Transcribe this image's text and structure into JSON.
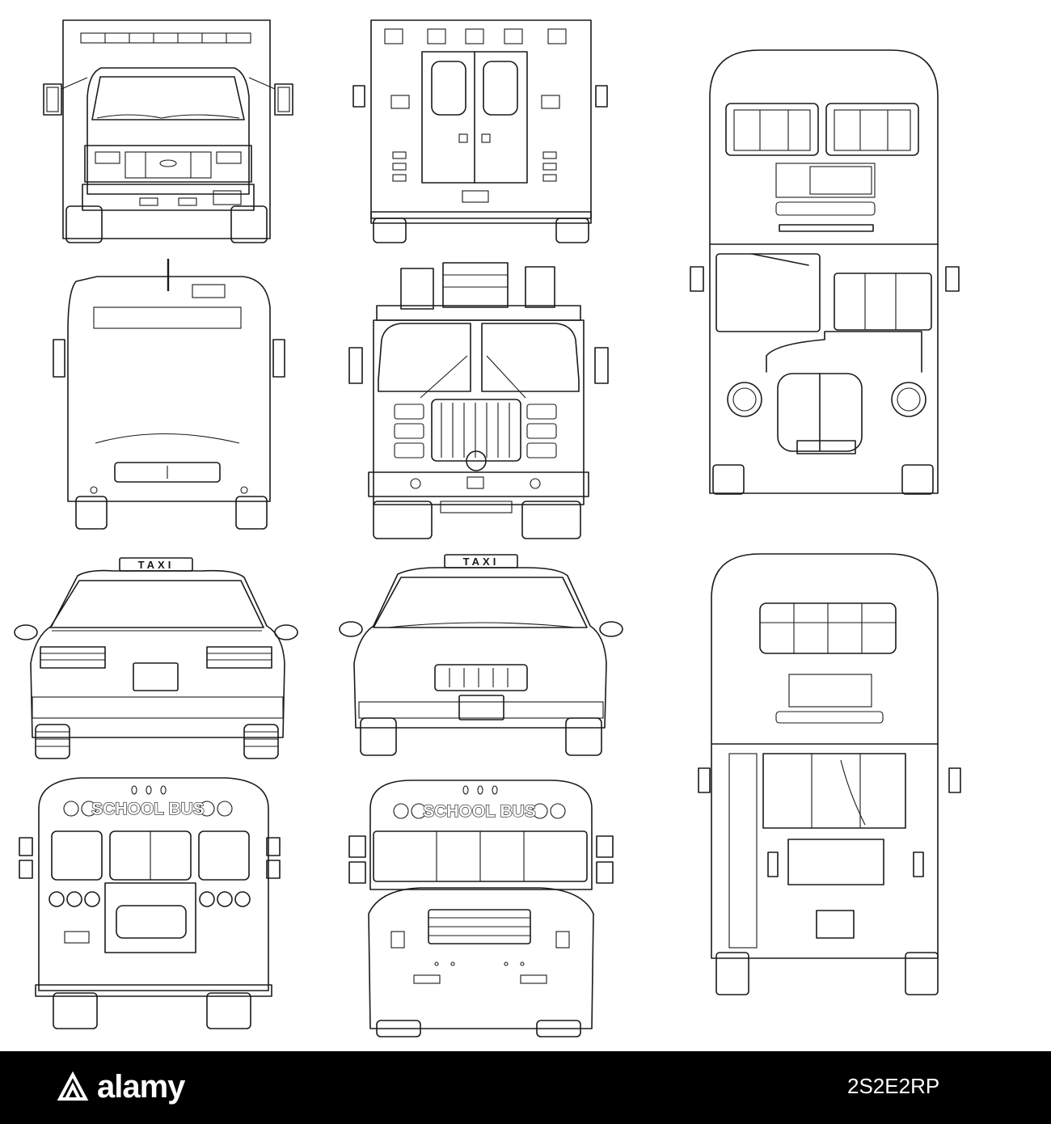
{
  "vehicles": {
    "taxi_rear": {
      "sign": "TAXI"
    },
    "taxi_front": {
      "sign": "TAXI"
    },
    "school_bus_rear": {
      "sign": "SCHOOL BUS"
    },
    "school_bus_front": {
      "sign": "SCHOOL BUS"
    }
  },
  "footer": {
    "logo": "alamy",
    "id_label": "",
    "image_id": "2S2E2RP"
  },
  "colors": {
    "line": "#1a1a1a",
    "background": "#ffffff",
    "footer": "#000000"
  }
}
